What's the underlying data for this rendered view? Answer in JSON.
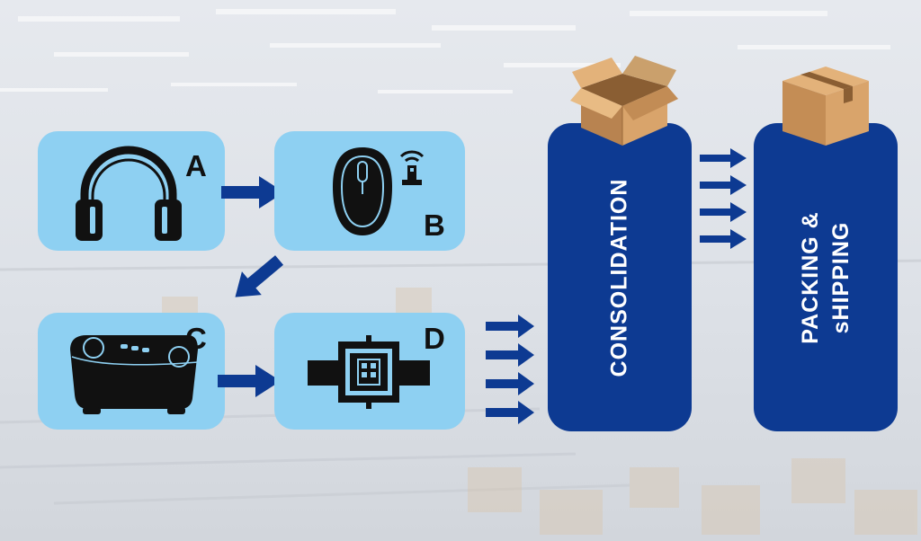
{
  "steps": [
    {
      "letter": "A",
      "item_icon": "headphones-icon"
    },
    {
      "letter": "B",
      "item_icon": "wireless-mouse-icon"
    },
    {
      "letter": "C",
      "item_icon": "speaker-icon"
    },
    {
      "letter": "D",
      "item_icon": "smartwatch-icon"
    }
  ],
  "stages": {
    "consolidation": "CONSOLIDATION",
    "packing_line1": "PACKING &",
    "packing_line2": "sHIPPING"
  },
  "colors": {
    "card": "#8ed0f2",
    "column": "#0d3a92",
    "arrow": "#0d3a92",
    "cardboard": "#c8955e"
  },
  "background": "warehouse-photo-faded"
}
